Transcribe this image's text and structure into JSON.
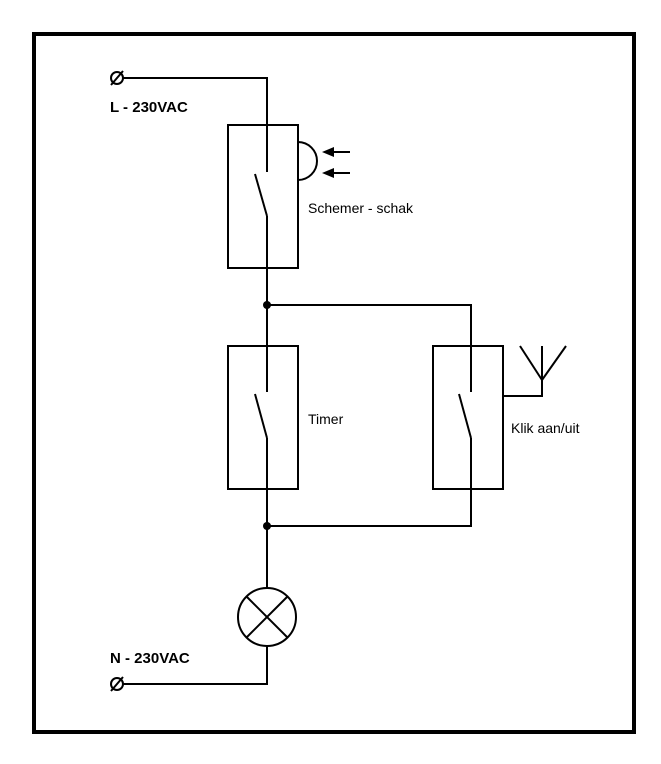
{
  "labels": {
    "line_supply": "L - 230VAC",
    "neutral_supply": "N - 230VAC",
    "dusk_switch": "Schemer - schak",
    "timer": "Timer",
    "remote_switch": "Klik aan/uit"
  },
  "colors": {
    "stroke": "#000000",
    "background": "#ffffff"
  },
  "icons": {
    "terminal": "terminal-icon",
    "lamp": "lamp-icon",
    "antenna": "antenna-icon",
    "light_sensor": "light-sensor-icon"
  }
}
